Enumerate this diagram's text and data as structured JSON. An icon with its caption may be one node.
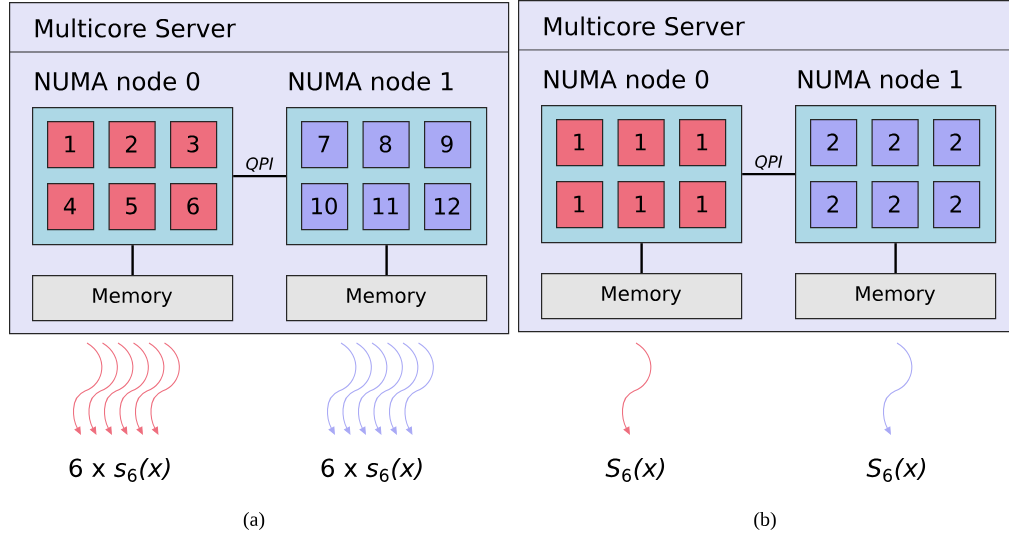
{
  "diagram": {
    "nodes": [
      {
        "text": [
          "Multicore Server"
        ]
      },
      {
        "text": [
          "NUMA node 0"
        ],
        "in": 0
      },
      {
        "text": [
          "1"
        ],
        "in": 1
      },
      {
        "text": [
          "2"
        ],
        "in": 1
      },
      {
        "text": [
          "3"
        ],
        "in": 1
      },
      {
        "text": [
          "4"
        ],
        "in": 1
      },
      {
        "text": [
          "5"
        ],
        "in": 1
      },
      {
        "text": [
          "6"
        ],
        "in": 1
      },
      {
        "text": [
          "NUMA node 1"
        ],
        "in": 0
      },
      {
        "text": [
          "7"
        ],
        "in": 8
      },
      {
        "text": [
          "8"
        ],
        "in": 8
      },
      {
        "text": [
          "9"
        ],
        "in": 8
      },
      {
        "text": [
          "10"
        ],
        "in": 8
      },
      {
        "text": [
          "11"
        ],
        "in": 8
      },
      {
        "text": [
          "12"
        ],
        "in": 8
      },
      {
        "text": [
          "Memory"
        ],
        "in": 0
      },
      {
        "text": [
          "Memory"
        ],
        "in": 0
      },
      {
        "text": [
          "Multicore Server"
        ]
      },
      {
        "text": [
          "NUMA node 0"
        ],
        "in": 17
      },
      {
        "text": [
          "1"
        ],
        "in": 18
      },
      {
        "text": [
          "1"
        ],
        "in": 18
      },
      {
        "text": [
          "1"
        ],
        "in": 18
      },
      {
        "text": [
          "1"
        ],
        "in": 18
      },
      {
        "text": [
          "1"
        ],
        "in": 18
      },
      {
        "text": [
          "1"
        ],
        "in": 18
      },
      {
        "text": [
          "NUMA node 1"
        ],
        "in": 17
      },
      {
        "text": [
          "2"
        ],
        "in": 25
      },
      {
        "text": [
          "2"
        ],
        "in": 25
      },
      {
        "text": [
          "2"
        ],
        "in": 25
      },
      {
        "text": [
          "2"
        ],
        "in": 25
      },
      {
        "text": [
          "2"
        ],
        "in": 25
      },
      {
        "text": [
          "2"
        ],
        "in": 25
      },
      {
        "text": [
          "Memory"
        ],
        "in": 17
      },
      {
        "text": [
          "Memory"
        ],
        "in": 17
      }
    ],
    "edges": [
      {
        "from": 1,
        "to": 8,
        "arrow": "none",
        "label": "*QPI*"
      },
      {
        "from": 1,
        "to": 15,
        "arrow": "none"
      },
      {
        "from": 8,
        "to": 16,
        "arrow": "none"
      },
      {
        "from": 18,
        "to": 25,
        "arrow": "none",
        "label": "*QPI*"
      },
      {
        "from": 18,
        "to": 32,
        "arrow": "none"
      },
      {
        "from": 25,
        "to": 33,
        "arrow": "none"
      }
    ],
    "labels": [
      "6 x *s*$_{6}$*(x)*",
      "6 x *s*$_{6}$*(x)*",
      "*S*$_{6}$*(x)*",
      "*S*$_{6}$*(x)*",
      "(a)",
      "(b)"
    ]
  }
}
